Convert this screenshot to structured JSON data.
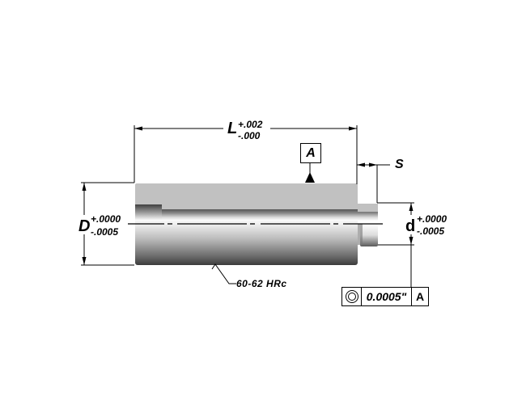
{
  "drawing": {
    "length": {
      "symbol": "L",
      "tol_plus": "+.002",
      "tol_minus": "-.000"
    },
    "diameter_major": {
      "symbol": "D",
      "tol_plus": "+.0000",
      "tol_minus": "-.0005"
    },
    "diameter_minor": {
      "symbol": "d",
      "tol_plus": "+.0000",
      "tol_minus": "-.0005"
    },
    "step": {
      "symbol": "S"
    },
    "datum": {
      "label": "A"
    },
    "hardness_note": "60-62 HRc",
    "feature_control_frame": {
      "symbol": "concentricity-icon",
      "tolerance": "0.0005\"",
      "datum_ref": "A"
    }
  },
  "colors": {
    "line": "#000000",
    "part_top": "#c0c0c0",
    "part_dark": "#3a3a3a",
    "part_light": "#ffffff"
  }
}
